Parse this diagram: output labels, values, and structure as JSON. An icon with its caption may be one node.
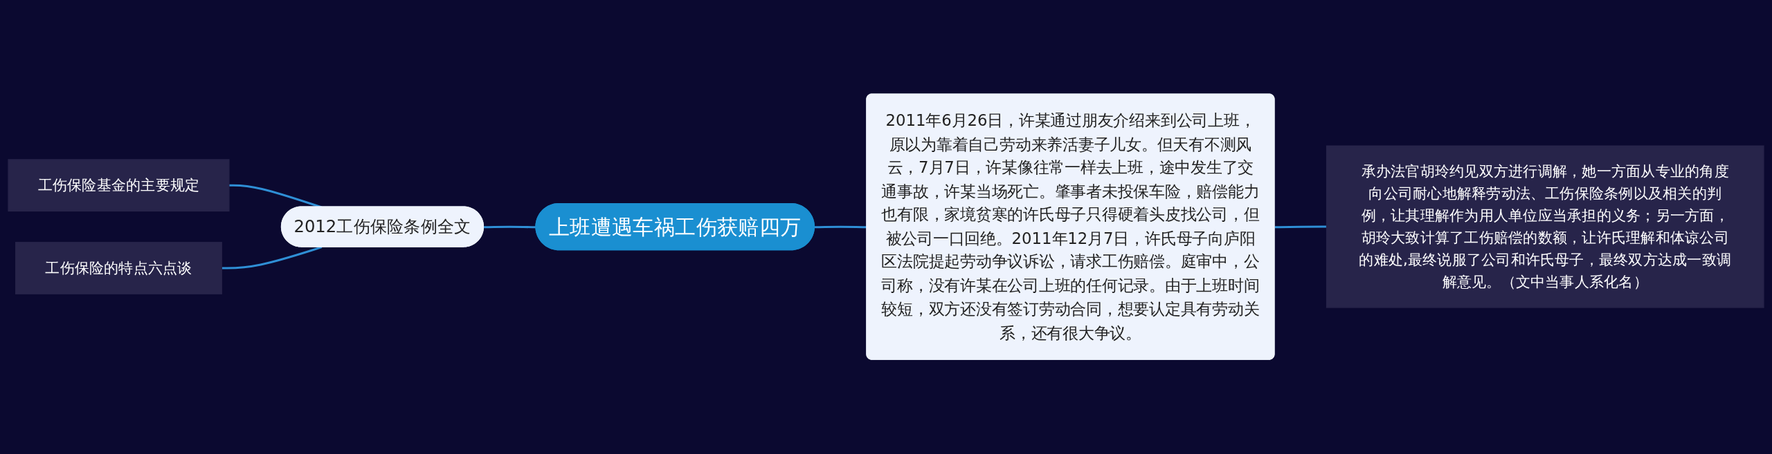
{
  "diagram": {
    "nodes": [
      {
        "text": [
          "工伤保险基金的主要规定"
        ]
      },
      {
        "text": [
          "工伤保险的特点六点谈"
        ]
      },
      {
        "text": [
          "2012工伤保险条例全文"
        ]
      },
      {
        "text": [
          "上班遭遇车祸工伤获赔四万"
        ]
      },
      {
        "text": [
          "2011年6月26日，许某通过朋友介绍来到公司上班，原以为靠着自己劳动来养活妻子儿女。但天有不测风云，7月7日，许某像往常一样去上班，途中发生了交通事故，许某当场死亡。肇事者未投保车险，赔偿能力也有限，家境贫寒的许氏母子只得硬着头皮找公司，但被公司一口回绝。2011年12月7日，许氏母子向庐阳区法院提起劳动争议诉讼，请求工伤赔偿。庭审中，公司称，没有许某在公司上班的任何记录。由于上班时间较短，双方还没有签订劳动合同，想要认定具有劳动关系，还有很大争议。"
        ]
      },
      {
        "text": [
          "承办法官胡玲约见双方进行调解，她一方面从专业的角度向公司耐心地解释劳动法、工伤保险条例以及相关的判例，让其理解作为用人单位应当承担的义务；另一方面，胡玲大致计算了工伤赔偿的数额，让许氏理解和体谅公司的难处,最终说服了公司和许氏母子，最终双方达成一致调解意见。（文中当事人系化名）"
        ]
      }
    ],
    "edges": [
      {
        "from": 0,
        "to": 2,
        "arrow": "none"
      },
      {
        "from": 1,
        "to": 2,
        "arrow": "none"
      },
      {
        "from": 2,
        "to": 3,
        "arrow": "none"
      },
      {
        "from": 3,
        "to": 4,
        "arrow": "none"
      },
      {
        "from": 4,
        "to": 5,
        "arrow": "none"
      }
    ]
  }
}
